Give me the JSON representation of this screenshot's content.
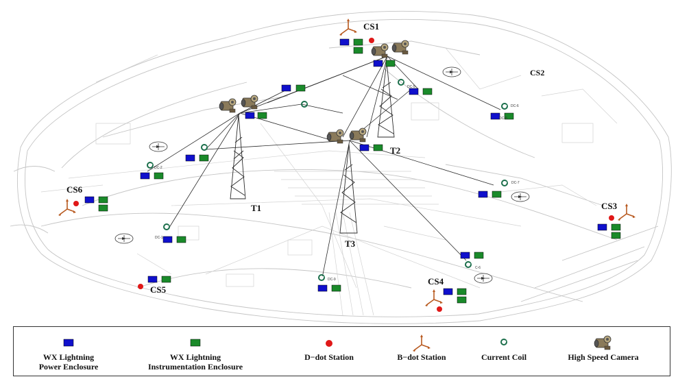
{
  "tower_labels": {
    "t1": "T1",
    "t2": "T2",
    "t3": "T3"
  },
  "station_labels": {
    "cs1": "CS1",
    "cs2": "CS2",
    "cs3": "CS3",
    "cs4": "CS4",
    "cs5": "CS5",
    "cs6": "CS6"
  },
  "coil_tags": [
    "DC-5",
    "DC-6",
    "DC-2",
    "DC-1",
    "DC-7",
    "DC-8",
    "DC-9",
    "C-6"
  ],
  "legend": [
    {
      "key": "power",
      "line1": "WX Lightning",
      "line2": "Power Enclosure"
    },
    {
      "key": "instr",
      "line1": "WX Lightning",
      "line2": "Instrumentation Enclosure"
    },
    {
      "key": "ddot",
      "line1": "D−dot Station",
      "line2": ""
    },
    {
      "key": "bdot",
      "line1": "B−dot Station",
      "line2": ""
    },
    {
      "key": "coil",
      "line1": "Current Coil",
      "line2": ""
    },
    {
      "key": "camera",
      "line1": "High Speed Camera",
      "line2": ""
    }
  ],
  "colors": {
    "power_enclosure": "#1010cc",
    "instrumentation_enclosure": "#1a8a2a",
    "d_dot": "#e01818",
    "b_dot": "#b85a20",
    "coil": "#1a6e4a",
    "map_lines": "#b8b8b8",
    "cable": "#2a2a2a"
  },
  "icons": [
    "power-enclosure-icon",
    "instrumentation-enclosure-icon",
    "d-dot-station-icon",
    "b-dot-station-icon",
    "current-coil-icon",
    "high-speed-camera-icon",
    "tower-icon",
    "compass-icon"
  ]
}
